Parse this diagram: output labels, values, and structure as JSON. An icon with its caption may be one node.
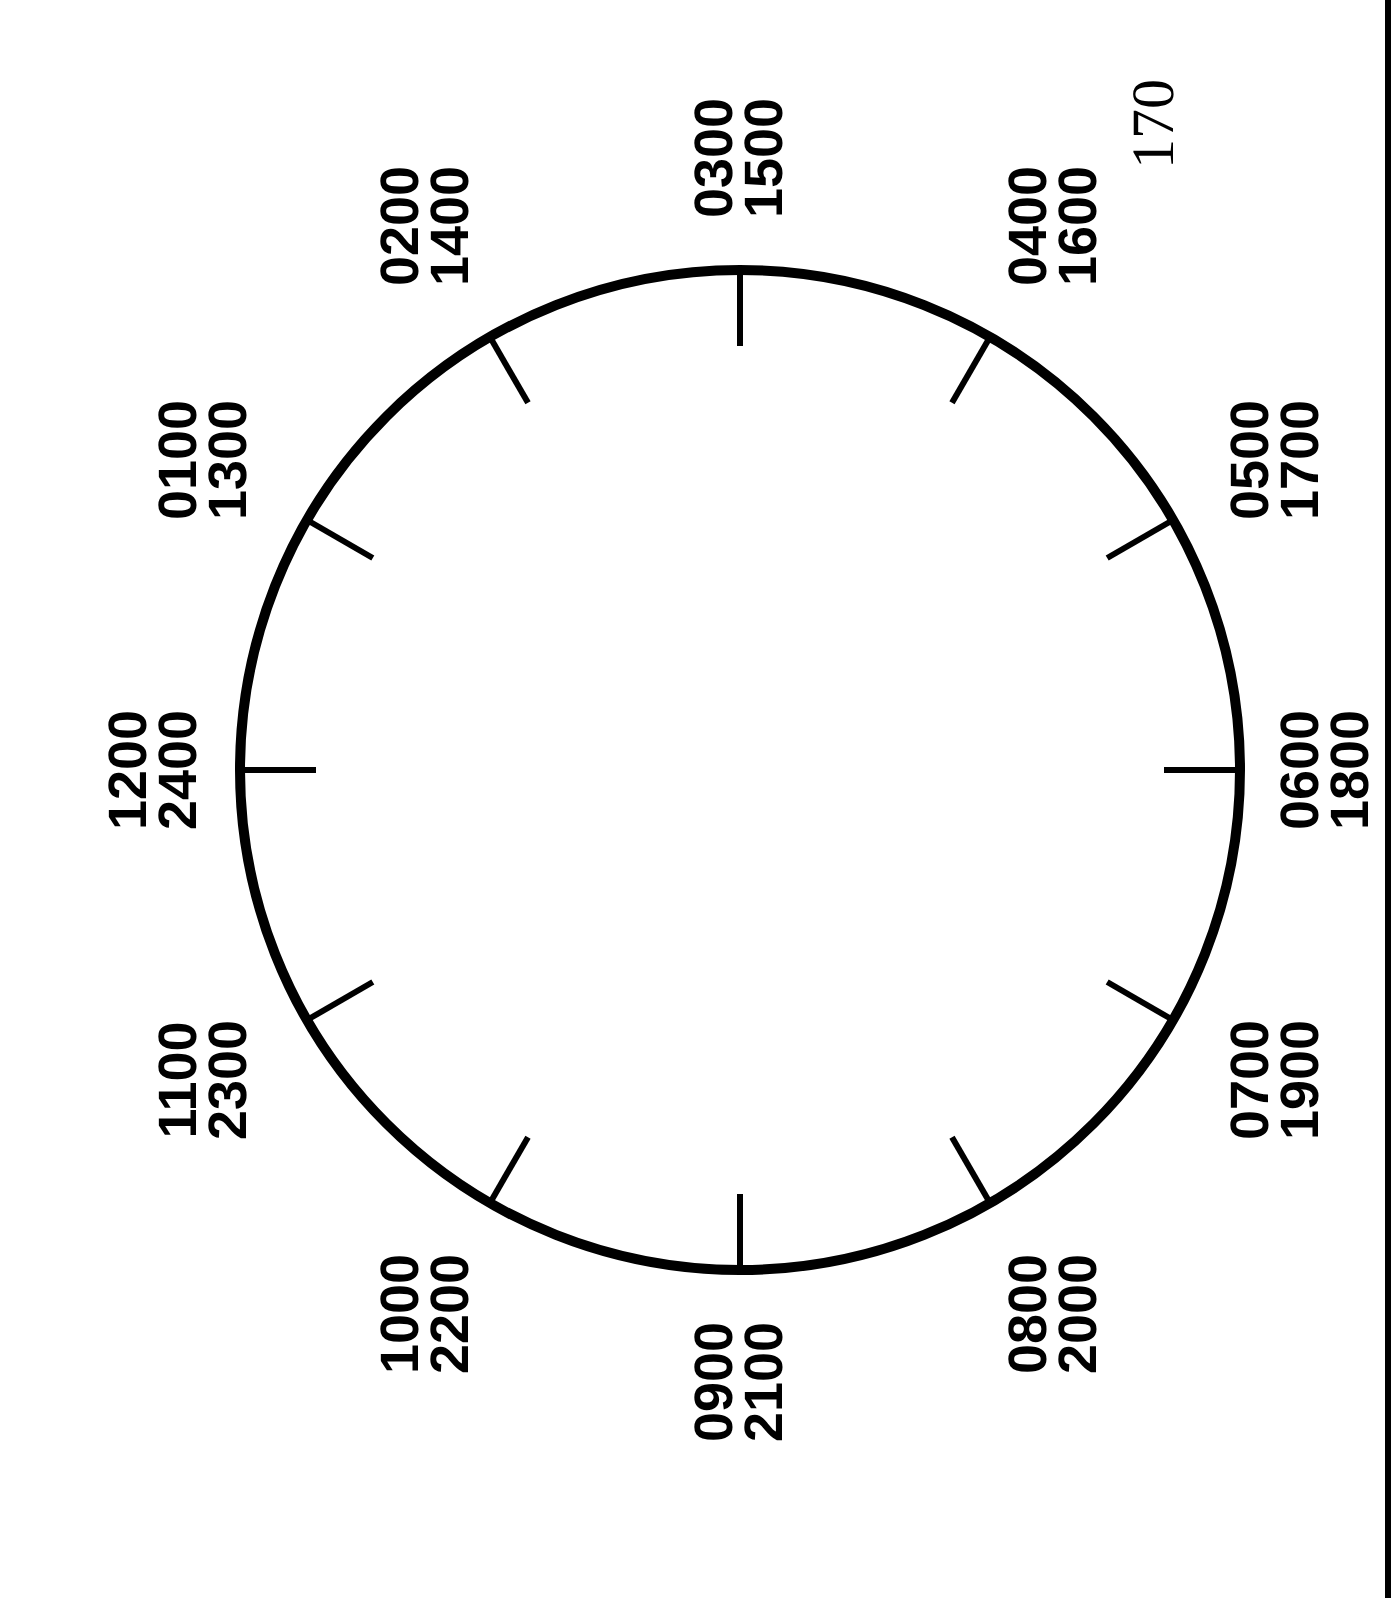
{
  "diagram": {
    "labels": [
      "1200",
      "2400",
      "0100",
      "1300",
      "0200",
      "1400",
      "0300",
      "1500",
      "0400",
      "1600",
      "0500",
      "1700",
      "0600",
      "1800",
      "0700",
      "1900",
      "0800",
      "2000",
      "0900",
      "2100",
      "1000",
      "2200",
      "1100",
      "2300",
      "170"
    ]
  }
}
